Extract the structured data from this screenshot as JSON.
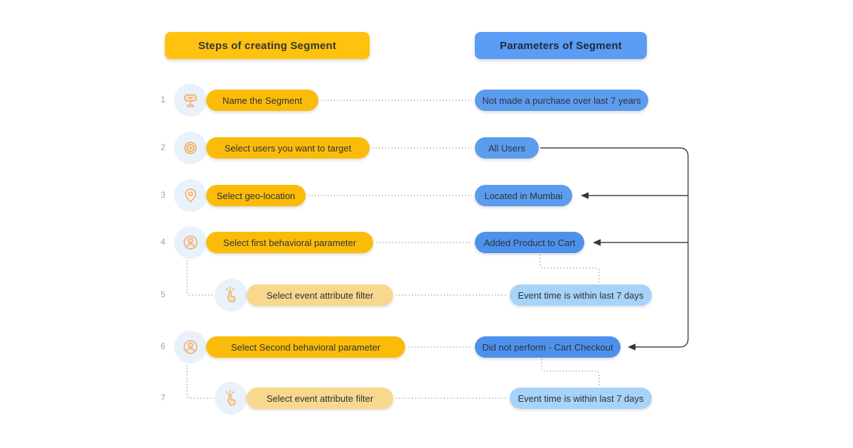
{
  "headers": {
    "steps": {
      "label": "Steps of creating Segment",
      "color": "#FFC20E"
    },
    "parameters": {
      "label": "Parameters of Segment",
      "color": "#5B9CF4"
    }
  },
  "colors": {
    "step_yellow": "#FBBC09",
    "step_light_yellow": "#F8D88D",
    "param_blue": "#5C9CEF",
    "param_dark_blue": "#4D91ED",
    "param_light_blue": "#A7D3F8",
    "icon_circle_bg": "#E9F1FA",
    "icon_stroke": "#E9A86A",
    "connector_solid": "#3F454B",
    "connector_dotted": "#9AA1A8",
    "number_gray": "#9AA5AF",
    "text_dark": "#2E3338"
  },
  "rows": [
    {
      "num": "1",
      "icon": "signboard-icon",
      "step": "Name the Segment",
      "param": "Not made a purchase over last 7 years"
    },
    {
      "num": "2",
      "icon": "target-icon",
      "step": "Select users you want to target",
      "param": "All Users"
    },
    {
      "num": "3",
      "icon": "location-pin-icon",
      "step": "Select geo-location",
      "param": "Located in Mumbai"
    },
    {
      "num": "4",
      "icon": "user-icon",
      "step": "Select first behavioral parameter",
      "param": "Added Product to Cart"
    },
    {
      "num": "5",
      "icon": "tap-icon",
      "step": "Select event attribute filter",
      "param": "Event time is within last 7 days"
    },
    {
      "num": "6",
      "icon": "user-icon",
      "step": "Select Second behavioral parameter",
      "param": "Did not perform - Cart Checkout"
    },
    {
      "num": "7",
      "icon": "tap-icon",
      "step": "Select event attribute filter",
      "param": "Event time is within last 7 days"
    }
  ]
}
